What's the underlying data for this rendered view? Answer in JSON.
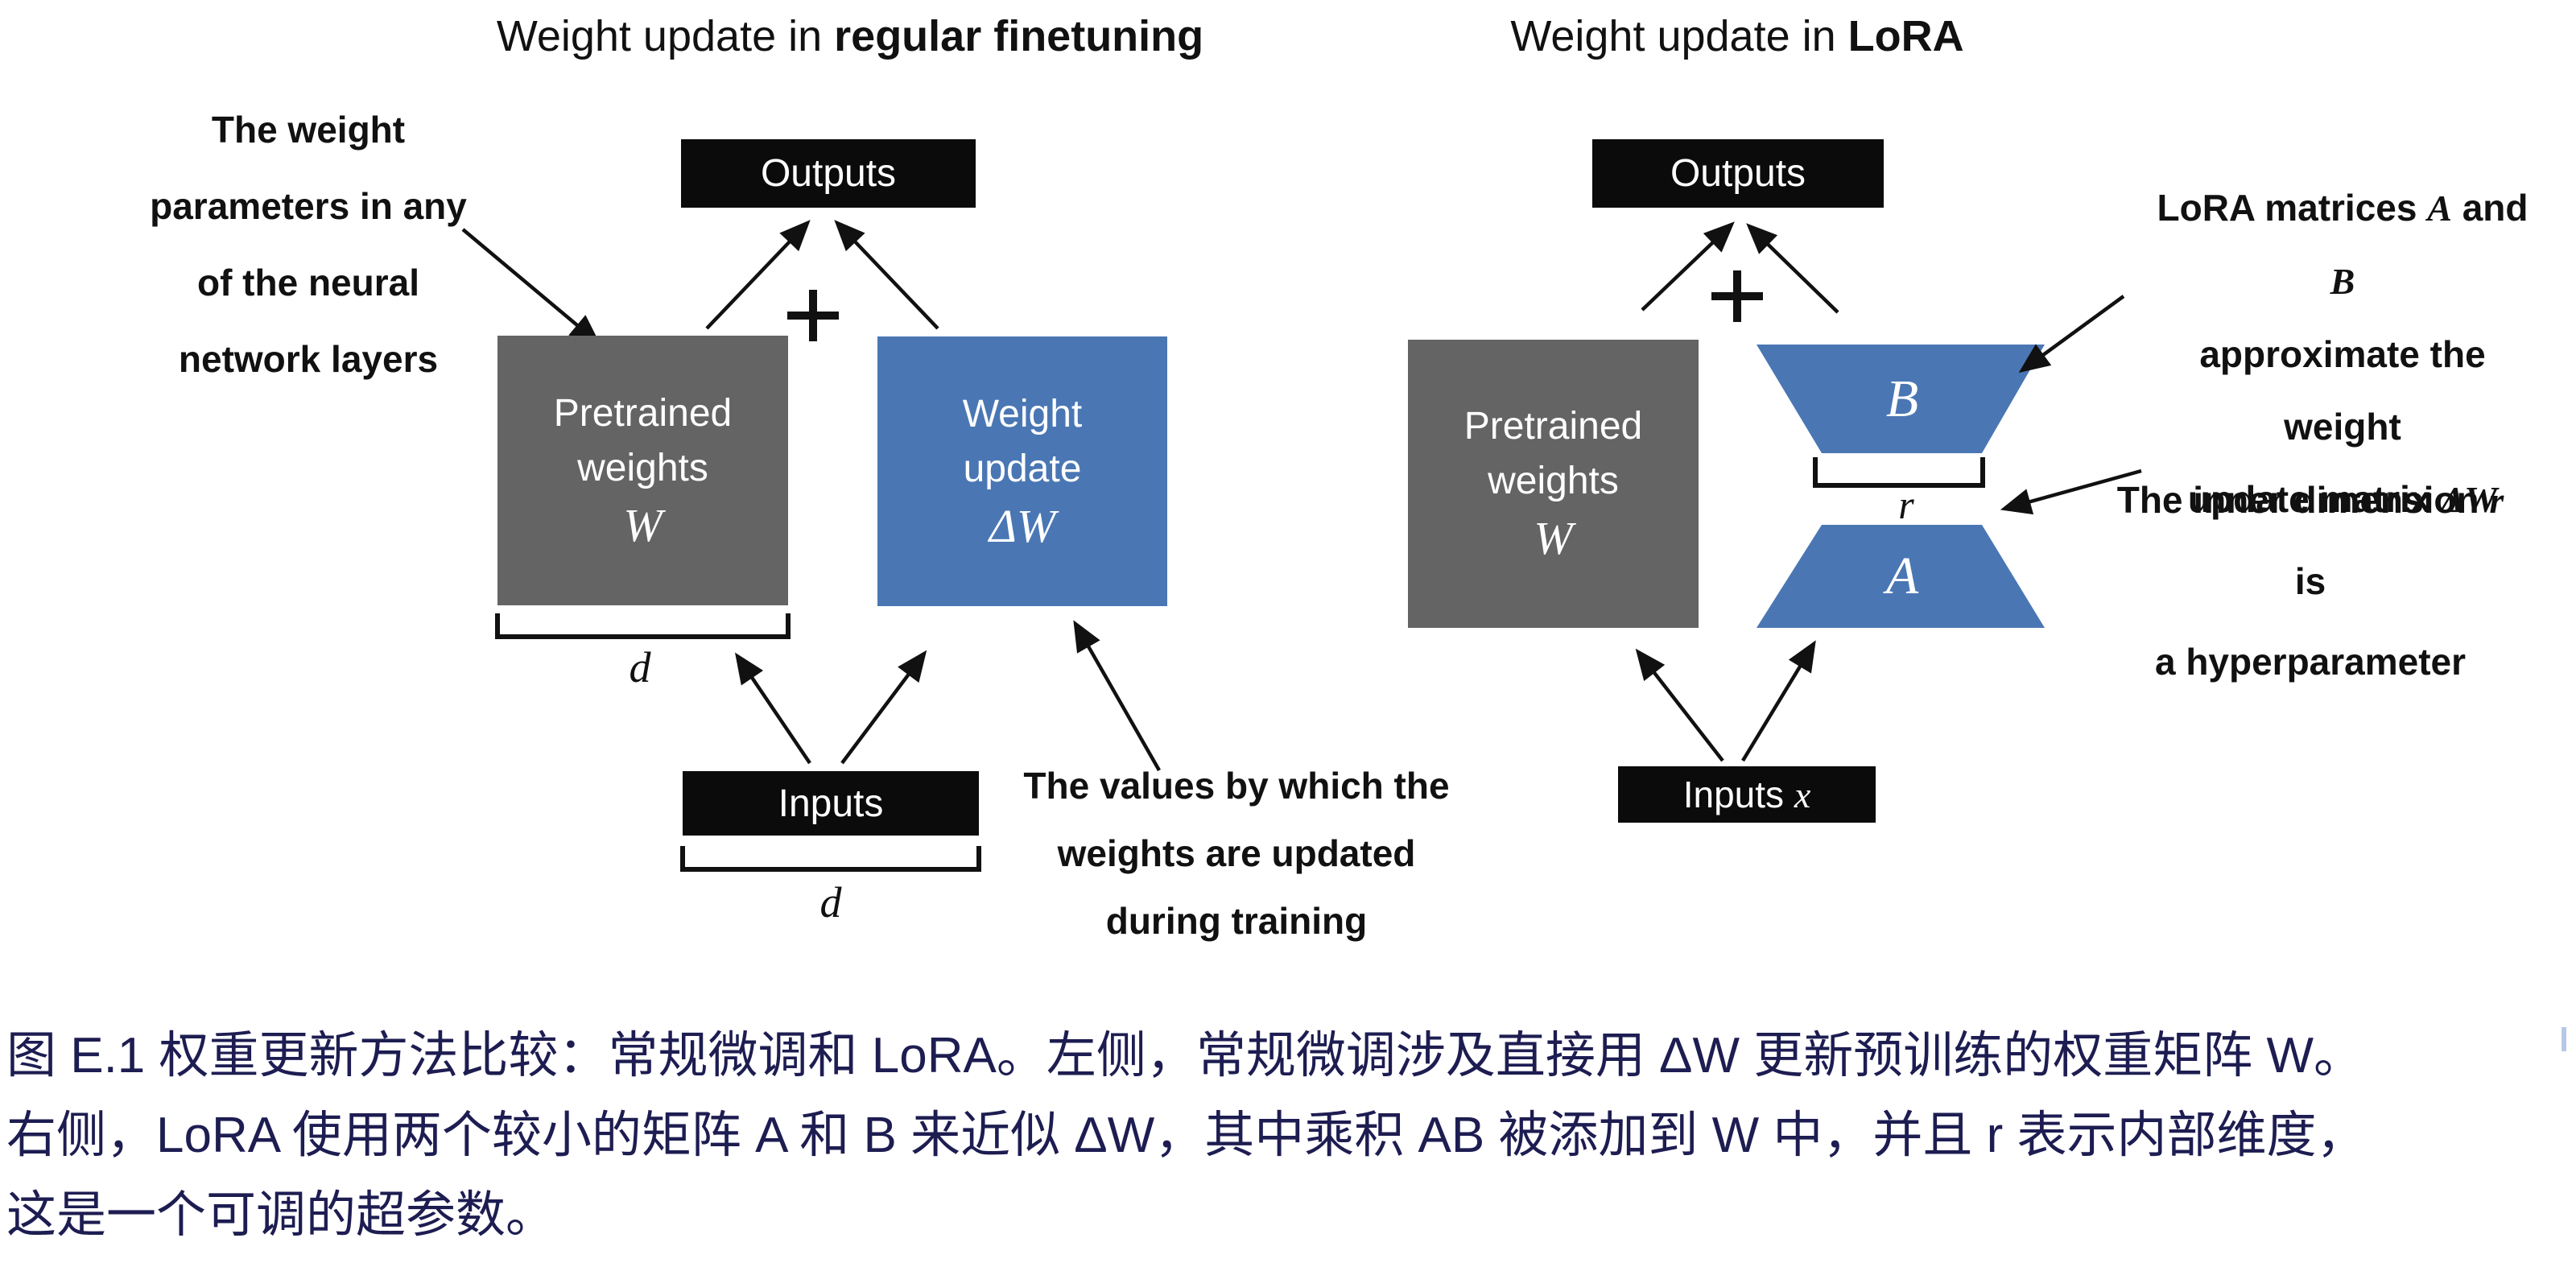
{
  "left": {
    "title_prefix": "Weight update in ",
    "title_bold": "regular finetuning",
    "weight_params_note": {
      "line1": "The weight",
      "line2": "parameters in any",
      "line3": "of the neural",
      "line4": "network layers"
    },
    "outputs_label": "Outputs",
    "pretrained_box": {
      "line1": "Pretrained",
      "line2": "weights",
      "math": "W"
    },
    "update_box": {
      "line1": "Weight",
      "line2": "update",
      "math": "ΔW"
    },
    "dim_d_weights": "d",
    "inputs_label": "Inputs",
    "dim_d_inputs": "d",
    "values_note": {
      "line1": "The values by which the",
      "line2": "weights are updated",
      "line3": "during training"
    }
  },
  "right": {
    "title_prefix": "Weight update in ",
    "title_bold": "LoRA",
    "outputs_label": "Outputs",
    "pretrained_box": {
      "line1": "Pretrained",
      "line2": "weights",
      "math": "W"
    },
    "matrix_b_label": "B",
    "matrix_a_label": "A",
    "dim_r_label": "r",
    "inputs_prefix": "Inputs ",
    "inputs_math": "x",
    "lora_note": {
      "line1_prefix": "LoRA matrices ",
      "line1_math_a": "A",
      "line1_mid": " and ",
      "line1_math_b": "B",
      "line2": "approximate the weight",
      "line3_prefix": "update matrix ",
      "line3_math": "ΔW"
    },
    "inner_dim_note": {
      "line1_prefix": "The inner dimension ",
      "line1_math": "r",
      "line1_suffix": " is",
      "line2": "a hyperparameter"
    }
  },
  "caption": {
    "line1": "图 E.1 权重更新方法比较：常规微调和 LoRA。左侧，常规微调涉及直接用 ΔW 更新预训练的权重矩阵 W。",
    "line2": "右侧，LoRA 使用两个较小的矩阵 A 和 B 来近似 ΔW，其中乘积 AB 被添加到 W 中，并且 r 表示内部维度，",
    "line3": "这是一个可调的超参数。"
  },
  "colors": {
    "box_gray": "#646464",
    "box_blue": "#4a77b4",
    "box_black": "#0b0b0b",
    "caption_text": "#1d1d52"
  }
}
